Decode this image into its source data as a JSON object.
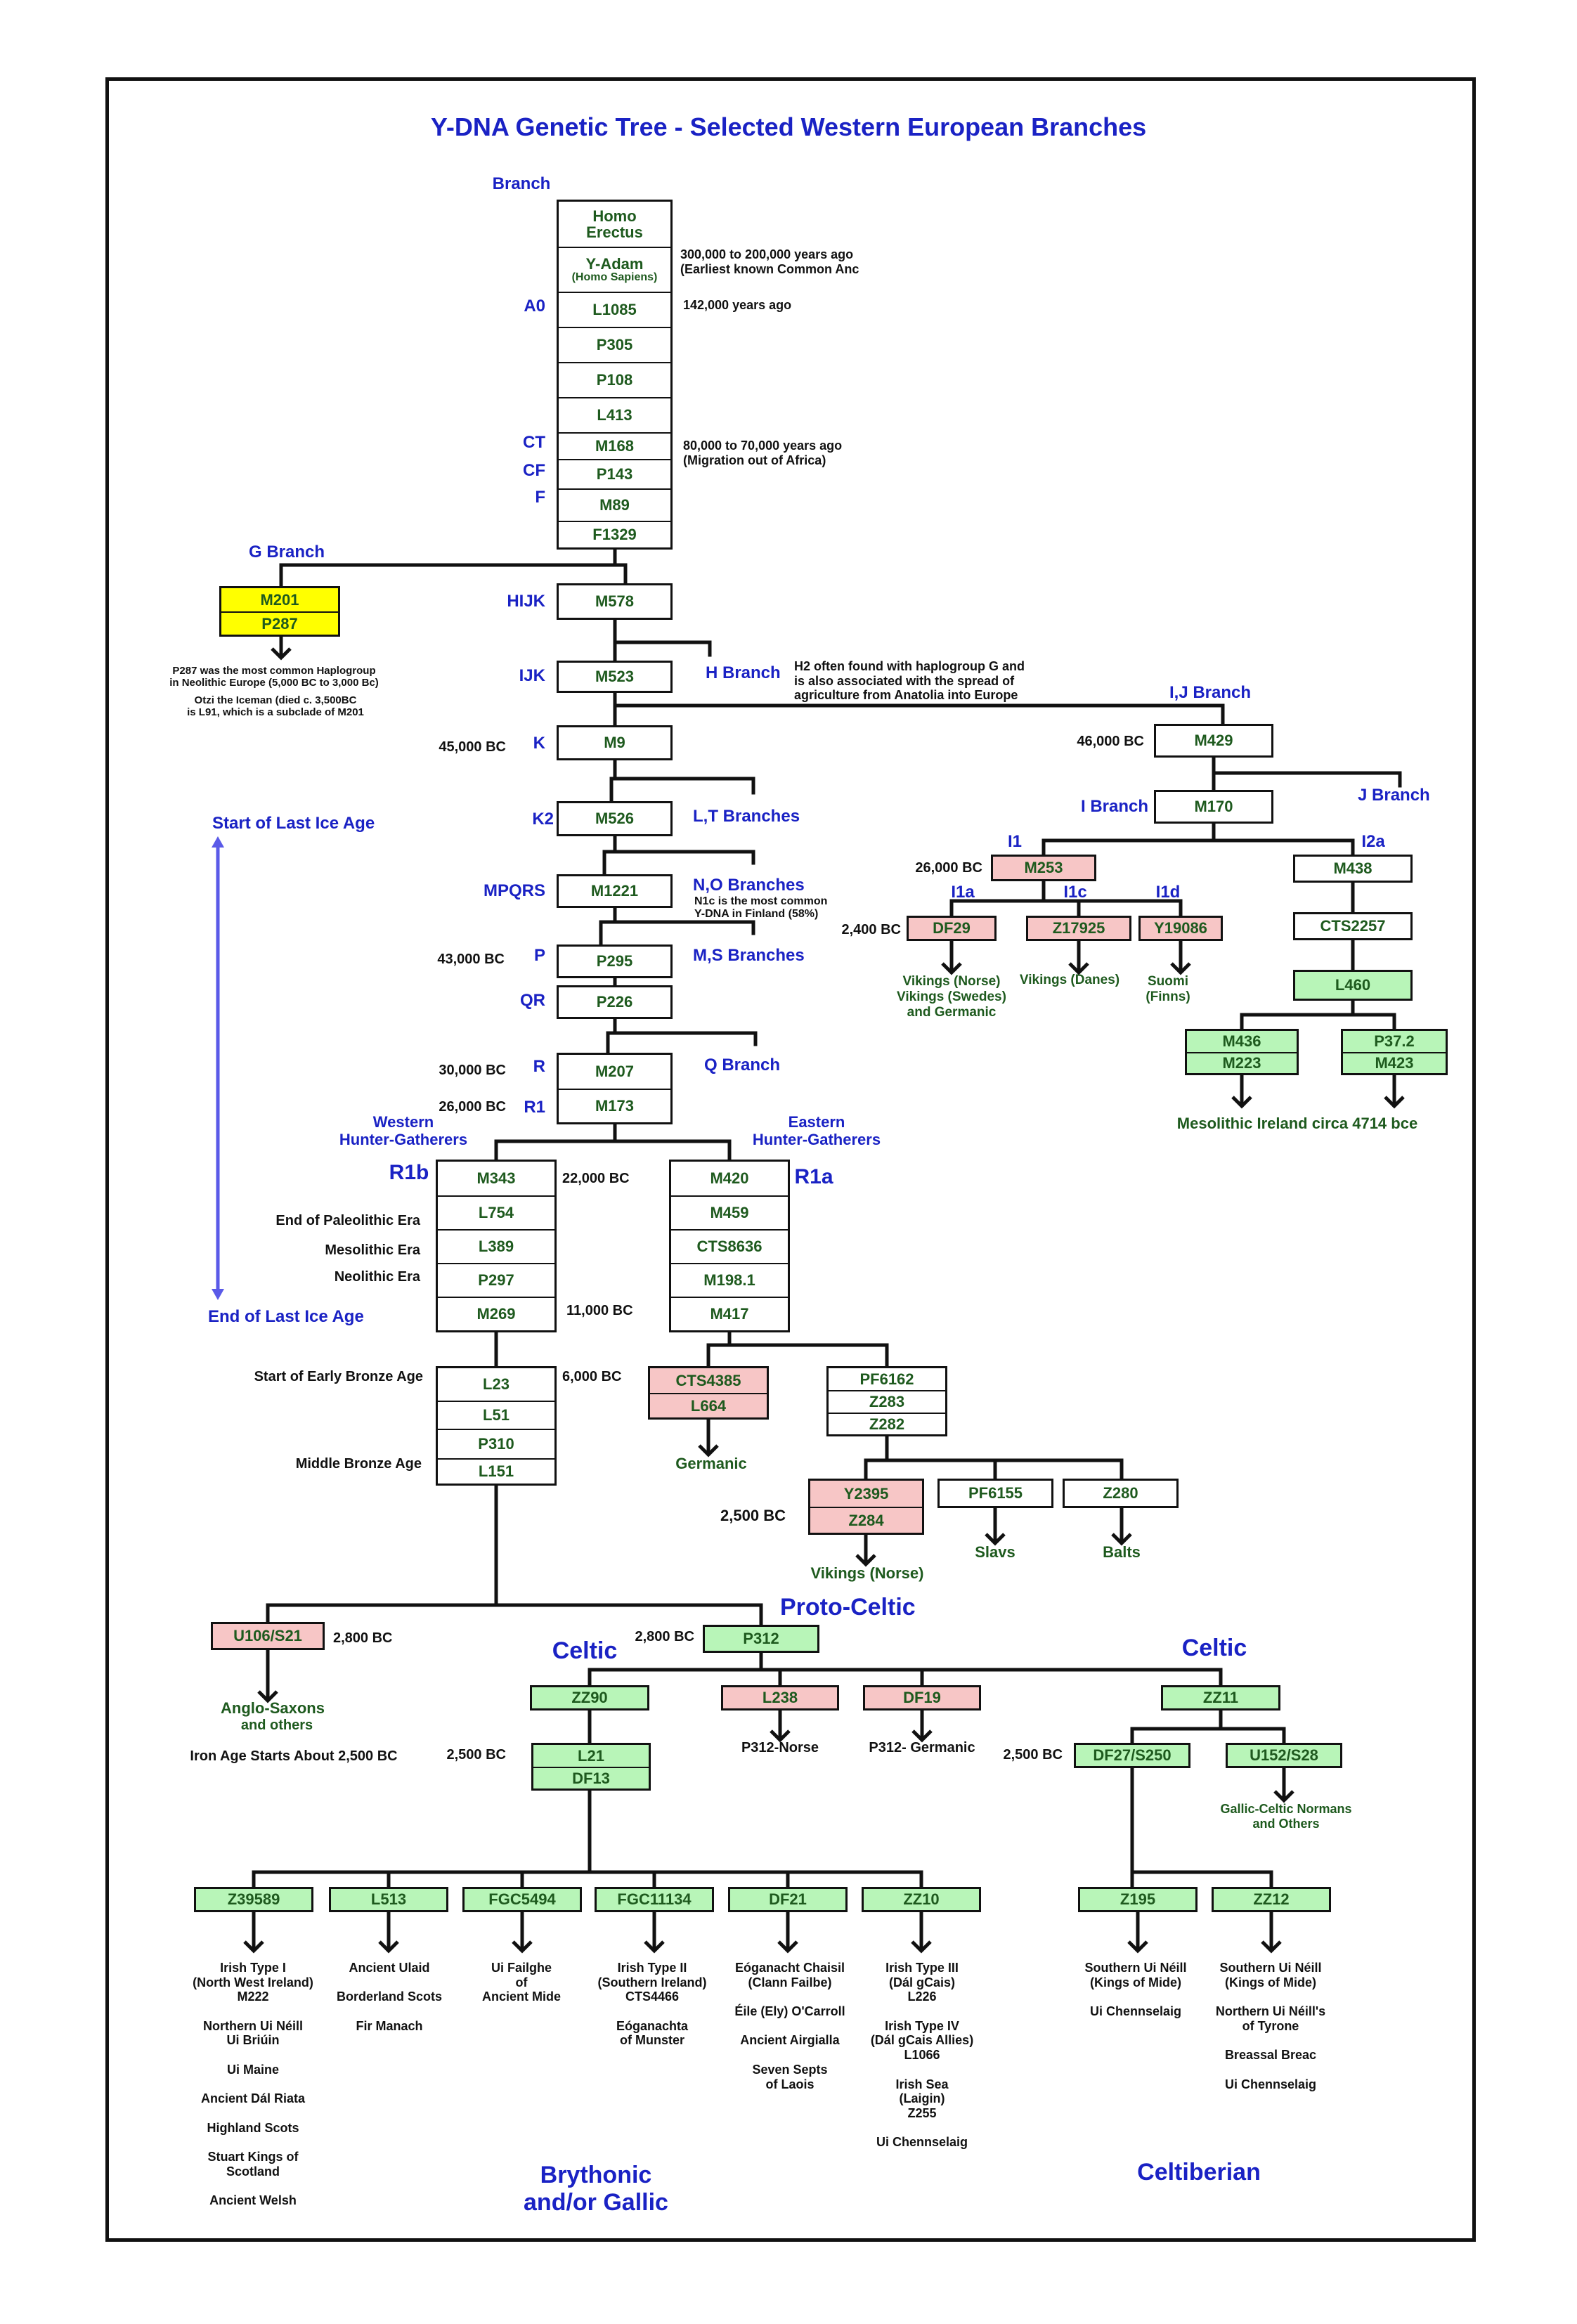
{
  "title": "Y-DNA Genetic Tree - Selected Western European Branches",
  "colors": {
    "pink": "#f7c6c6",
    "green": "#b8f5b8",
    "yellow": "#ffff00",
    "white": "#ffffff",
    "blue": "#1a22c4",
    "textGreen": "#1e5a1e"
  },
  "icons": {
    "down_arrow": "down-arrow-icon",
    "double_arrow": "double-arrow-icon"
  },
  "boxes": [
    {
      "id": "trunk",
      "cells": [
        {
          "lines": [
            "Homo",
            "Erectus"
          ]
        },
        {
          "lines": [
            "Y-Adam",
            "(Homo Sapiens)"
          ]
        },
        {
          "lines": [
            "L1085"
          ]
        },
        {
          "lines": [
            "P305"
          ]
        },
        {
          "lines": [
            "P108"
          ]
        },
        {
          "lines": [
            "L413"
          ]
        },
        {
          "lines": [
            "M168"
          ]
        },
        {
          "lines": [
            "P143"
          ]
        },
        {
          "lines": [
            "M89"
          ]
        },
        {
          "lines": [
            "F1329"
          ]
        }
      ]
    },
    {
      "id": "g-branch",
      "color": "yellow",
      "cells": [
        {
          "lines": [
            "M201"
          ]
        },
        {
          "lines": [
            "P287"
          ]
        }
      ]
    },
    {
      "id": "hijk",
      "cells": [
        {
          "lines": [
            "M578"
          ]
        }
      ]
    },
    {
      "id": "ijk",
      "cells": [
        {
          "lines": [
            "M523"
          ]
        }
      ]
    },
    {
      "id": "k",
      "cells": [
        {
          "lines": [
            "M9"
          ]
        }
      ]
    },
    {
      "id": "k2",
      "cells": [
        {
          "lines": [
            "M526"
          ]
        }
      ]
    },
    {
      "id": "mpqrs",
      "cells": [
        {
          "lines": [
            "M1221"
          ]
        }
      ]
    },
    {
      "id": "p",
      "cells": [
        {
          "lines": [
            "P295"
          ]
        }
      ]
    },
    {
      "id": "qr",
      "cells": [
        {
          "lines": [
            "P226"
          ]
        }
      ]
    },
    {
      "id": "r-r1",
      "cells": [
        {
          "lines": [
            "M207"
          ]
        },
        {
          "lines": [
            "M173"
          ]
        }
      ]
    },
    {
      "id": "r1b",
      "cells": [
        {
          "lines": [
            "M343"
          ]
        },
        {
          "lines": [
            "L754"
          ]
        },
        {
          "lines": [
            "L389"
          ]
        },
        {
          "lines": [
            "P297"
          ]
        },
        {
          "lines": [
            "M269"
          ]
        }
      ]
    },
    {
      "id": "r1b-bronze",
      "cells": [
        {
          "lines": [
            "L23"
          ]
        },
        {
          "lines": [
            "L51"
          ]
        },
        {
          "lines": [
            "P310"
          ]
        },
        {
          "lines": [
            "L151"
          ]
        }
      ]
    },
    {
      "id": "r1a",
      "cells": [
        {
          "lines": [
            "M420"
          ]
        },
        {
          "lines": [
            "M459"
          ]
        },
        {
          "lines": [
            "CTS8636"
          ]
        },
        {
          "lines": [
            "M198.1"
          ]
        },
        {
          "lines": [
            "M417"
          ]
        }
      ]
    },
    {
      "id": "cts4385",
      "color": "pink",
      "cells": [
        {
          "lines": [
            "CTS4385"
          ]
        },
        {
          "lines": [
            "L664"
          ]
        }
      ]
    },
    {
      "id": "pf6162",
      "cells": [
        {
          "lines": [
            "PF6162"
          ]
        },
        {
          "lines": [
            "Z283"
          ]
        },
        {
          "lines": [
            "Z282"
          ]
        }
      ]
    },
    {
      "id": "y2395",
      "color": "pink",
      "cells": [
        {
          "lines": [
            "Y2395"
          ]
        },
        {
          "lines": [
            "Z284"
          ]
        }
      ]
    },
    {
      "id": "pf6155",
      "cells": [
        {
          "lines": [
            "PF6155"
          ]
        }
      ]
    },
    {
      "id": "z280",
      "cells": [
        {
          "lines": [
            "Z280"
          ]
        }
      ]
    },
    {
      "id": "m429",
      "cells": [
        {
          "lines": [
            "M429"
          ]
        }
      ]
    },
    {
      "id": "m170",
      "cells": [
        {
          "lines": [
            "M170"
          ]
        }
      ]
    },
    {
      "id": "m253",
      "color": "pink",
      "cells": [
        {
          "lines": [
            "M253"
          ]
        }
      ]
    },
    {
      "id": "m438",
      "cells": [
        {
          "lines": [
            "M438"
          ]
        }
      ]
    },
    {
      "id": "df29",
      "color": "pink",
      "cells": [
        {
          "lines": [
            "DF29"
          ]
        }
      ]
    },
    {
      "id": "z17925",
      "color": "pink",
      "cells": [
        {
          "lines": [
            "Z17925"
          ]
        }
      ]
    },
    {
      "id": "y19086",
      "color": "pink",
      "cells": [
        {
          "lines": [
            "Y19086"
          ]
        }
      ]
    },
    {
      "id": "cts2257",
      "cells": [
        {
          "lines": [
            "CTS2257"
          ]
        }
      ]
    },
    {
      "id": "l460",
      "color": "green",
      "cells": [
        {
          "lines": [
            "L460"
          ]
        }
      ]
    },
    {
      "id": "m436",
      "color": "green",
      "cells": [
        {
          "lines": [
            "M436"
          ]
        },
        {
          "lines": [
            "M223"
          ]
        }
      ]
    },
    {
      "id": "p372",
      "color": "green",
      "cells": [
        {
          "lines": [
            "P37.2"
          ]
        },
        {
          "lines": [
            "M423"
          ]
        }
      ]
    },
    {
      "id": "u106",
      "color": "pink",
      "cells": [
        {
          "lines": [
            "U106/S21"
          ]
        }
      ]
    },
    {
      "id": "p312",
      "color": "green",
      "cells": [
        {
          "lines": [
            "P312"
          ]
        }
      ]
    },
    {
      "id": "zz90",
      "color": "green",
      "cells": [
        {
          "lines": [
            "ZZ90"
          ]
        }
      ]
    },
    {
      "id": "l238",
      "color": "pink",
      "cells": [
        {
          "lines": [
            "L238"
          ]
        }
      ]
    },
    {
      "id": "df19",
      "color": "pink",
      "cells": [
        {
          "lines": [
            "DF19"
          ]
        }
      ]
    },
    {
      "id": "zz11",
      "color": "green",
      "cells": [
        {
          "lines": [
            "ZZ11"
          ]
        }
      ]
    },
    {
      "id": "l21",
      "color": "green",
      "cells": [
        {
          "lines": [
            "L21"
          ]
        },
        {
          "lines": [
            "DF13"
          ]
        }
      ]
    },
    {
      "id": "df27",
      "color": "green",
      "cells": [
        {
          "lines": [
            "DF27/S250"
          ]
        }
      ]
    },
    {
      "id": "u152",
      "color": "green",
      "cells": [
        {
          "lines": [
            "U152/S28"
          ]
        }
      ]
    },
    {
      "id": "z39589",
      "color": "green",
      "cells": [
        {
          "lines": [
            "Z39589"
          ]
        }
      ]
    },
    {
      "id": "l513",
      "color": "green",
      "cells": [
        {
          "lines": [
            "L513"
          ]
        }
      ]
    },
    {
      "id": "fgc5494",
      "color": "green",
      "cells": [
        {
          "lines": [
            "FGC5494"
          ]
        }
      ]
    },
    {
      "id": "fgc11134",
      "color": "green",
      "cells": [
        {
          "lines": [
            "FGC11134"
          ]
        }
      ]
    },
    {
      "id": "df21",
      "color": "green",
      "cells": [
        {
          "lines": [
            "DF21"
          ]
        }
      ]
    },
    {
      "id": "zz10",
      "color": "green",
      "cells": [
        {
          "lines": [
            "ZZ10"
          ]
        }
      ]
    },
    {
      "id": "z195",
      "color": "green",
      "cells": [
        {
          "lines": [
            "Z195"
          ]
        }
      ]
    },
    {
      "id": "zz12",
      "color": "green",
      "cells": [
        {
          "lines": [
            "ZZ12"
          ]
        }
      ]
    }
  ],
  "labels": [
    {
      "id": "branch-head",
      "text": "Branch",
      "style": "blue"
    },
    {
      "id": "a0",
      "text": "A0",
      "style": "blue"
    },
    {
      "id": "ct",
      "text": "CT",
      "style": "blue"
    },
    {
      "id": "cf",
      "text": "CF",
      "style": "blue"
    },
    {
      "id": "f",
      "text": "F",
      "style": "blue"
    },
    {
      "id": "g-branch-label",
      "text": "G Branch",
      "style": "blue"
    },
    {
      "id": "hijk-label",
      "text": "HIJK",
      "style": "blue"
    },
    {
      "id": "ijk-label",
      "text": "IJK",
      "style": "blue"
    },
    {
      "id": "h-branch-label",
      "text": "H Branch",
      "style": "blue"
    },
    {
      "id": "k-label",
      "text": "K",
      "style": "blue"
    },
    {
      "id": "k2-label",
      "text": "K2",
      "style": "blue"
    },
    {
      "id": "lt-label",
      "text": "L,T Branches",
      "style": "blue"
    },
    {
      "id": "mpqrs-label",
      "text": "MPQRS",
      "style": "blue"
    },
    {
      "id": "no-label",
      "text": "N,O Branches",
      "style": "blue"
    },
    {
      "id": "p-label",
      "text": "P",
      "style": "blue"
    },
    {
      "id": "ms-label",
      "text": "M,S Branches",
      "style": "blue"
    },
    {
      "id": "qr-label",
      "text": "QR",
      "style": "blue"
    },
    {
      "id": "r-label",
      "text": "R",
      "style": "blue"
    },
    {
      "id": "r1-label",
      "text": "R1",
      "style": "blue"
    },
    {
      "id": "q-label",
      "text": "Q Branch",
      "style": "blue"
    },
    {
      "id": "whg-label",
      "text": "Western\nHunter-Gatherers",
      "style": "blue"
    },
    {
      "id": "ehg-label",
      "text": "Eastern\nHunter-Gatherers",
      "style": "blue"
    },
    {
      "id": "r1b-label",
      "text": "R1b",
      "style": "blue"
    },
    {
      "id": "r1a-label",
      "text": "R1a",
      "style": "blue"
    },
    {
      "id": "start-ice-label",
      "text": "Start of Last Ice Age",
      "style": "blue"
    },
    {
      "id": "end-ice-label",
      "text": "End of Last Ice Age",
      "style": "blue"
    },
    {
      "id": "ij-label",
      "text": "I,J Branch",
      "style": "blue"
    },
    {
      "id": "j-label",
      "text": "J Branch",
      "style": "blue"
    },
    {
      "id": "i-label",
      "text": "I Branch",
      "style": "blue"
    },
    {
      "id": "i1-label",
      "text": "I1",
      "style": "blue"
    },
    {
      "id": "i2a-label",
      "text": "I2a",
      "style": "blue"
    },
    {
      "id": "i1a-label",
      "text": "I1a",
      "style": "blue"
    },
    {
      "id": "i1c-label",
      "text": "I1c",
      "style": "blue"
    },
    {
      "id": "i1d-label",
      "text": "I1d",
      "style": "blue"
    },
    {
      "id": "proto-celtic-label",
      "text": "Proto-Celtic",
      "style": "blue"
    },
    {
      "id": "celtic-left-label",
      "text": "Celtic",
      "style": "blue"
    },
    {
      "id": "celtic-right-label",
      "text": "Celtic",
      "style": "blue"
    },
    {
      "id": "brythonic-label",
      "text": "Brythonic\nand/or Gallic",
      "style": "blue"
    },
    {
      "id": "celtiberian-label",
      "text": "Celtiberian",
      "style": "blue"
    },
    {
      "id": "yadam-date",
      "text": "300,000 to 200,000 years ago\n(Earliest known Common Anc",
      "style": "blk"
    },
    {
      "id": "l1085-date",
      "text": "142,000 years ago",
      "style": "blk"
    },
    {
      "id": "m168-date",
      "text": "80,000 to 70,000 years ago\n(Migration out of Africa)",
      "style": "blk"
    },
    {
      "id": "p287-note",
      "text": "P287 was the most common Haplogroup\nin Neolithic Europe (5,000 BC to 3,000 Bc)",
      "style": "blk"
    },
    {
      "id": "otzi-note",
      "text": "Otzi the Iceman (died c. 3,500BC\nis L91, which is a subclade of M201",
      "style": "blk"
    },
    {
      "id": "h2-note",
      "text": "H2 often found with haplogroup G and\nis also associated with the spread of\nagriculture from Anatolia into Europe",
      "style": "blk"
    },
    {
      "id": "k-date",
      "text": "45,000 BC",
      "style": "blk"
    },
    {
      "id": "n1c-note",
      "text": "N1c is the most common\nY-DNA in Finland (58%)",
      "style": "blk"
    },
    {
      "id": "p-date",
      "text": "43,000 BC",
      "style": "blk"
    },
    {
      "id": "r-date",
      "text": "30,000 BC",
      "style": "blk"
    },
    {
      "id": "r1-date",
      "text": "26,000 BC",
      "style": "blk"
    },
    {
      "id": "m343-date",
      "text": "22,000 BC",
      "style": "blk"
    },
    {
      "id": "paleolithic-label",
      "text": "End of Paleolithic Era",
      "style": "blk"
    },
    {
      "id": "mesolithic-label",
      "text": "Mesolithic Era",
      "style": "blk"
    },
    {
      "id": "neolithic-label",
      "text": "Neolithic Era",
      "style": "blk"
    },
    {
      "id": "m269-date",
      "text": "11,000 BC",
      "style": "blk"
    },
    {
      "id": "bronze-start-label",
      "text": "Start of Early Bronze Age",
      "style": "blk"
    },
    {
      "id": "l23-date",
      "text": "6,000 BC",
      "style": "blk"
    },
    {
      "id": "middle-bronze-label",
      "text": "Middle Bronze Age",
      "style": "blk"
    },
    {
      "id": "y2395-date",
      "text": "2,500 BC",
      "style": "blk"
    },
    {
      "id": "m429-date",
      "text": "46,000 BC",
      "style": "blk"
    },
    {
      "id": "m253-date",
      "text": "26,000 BC",
      "style": "blk"
    },
    {
      "id": "df29-date",
      "text": "2,400 BC",
      "style": "blk"
    },
    {
      "id": "u106-date",
      "text": "2,800 BC",
      "style": "blk"
    },
    {
      "id": "p312-date",
      "text": "2,800 BC",
      "style": "blk"
    },
    {
      "id": "l21-date",
      "text": "2,500 BC",
      "style": "blk"
    },
    {
      "id": "df27-date",
      "text": "2,500 BC",
      "style": "blk"
    },
    {
      "id": "iron-age-label",
      "text": "Iron Age Starts About 2,500 BC",
      "style": "blk"
    },
    {
      "id": "p312-norse-label",
      "text": "P312-Norse",
      "style": "blk"
    },
    {
      "id": "p312-germanic-label",
      "text": "P312- Germanic",
      "style": "blk"
    },
    {
      "id": "gallic-normans-label",
      "text": "Gallic-Celtic Normans\nand Others",
      "style": "grn"
    },
    {
      "id": "germanic-label",
      "text": "Germanic",
      "style": "grn"
    },
    {
      "id": "vikings-norse-label",
      "text": "Vikings (Norse)",
      "style": "grn"
    },
    {
      "id": "slavs-label",
      "text": "Slavs",
      "style": "grn"
    },
    {
      "id": "balts-label",
      "text": "Balts",
      "style": "grn"
    },
    {
      "id": "anglo-saxons-label",
      "text": "Anglo-Saxons",
      "style": "grn"
    },
    {
      "id": "and-others-label",
      "text": "and others",
      "style": "grn"
    },
    {
      "id": "i1a-desc",
      "text": "Vikings (Norse)\nVikings (Swedes)\nand Germanic",
      "style": "grn"
    },
    {
      "id": "i1c-desc",
      "text": "Vikings (Danes)",
      "style": "grn"
    },
    {
      "id": "i1d-desc",
      "text": "Suomi\n(Finns)",
      "style": "grn"
    },
    {
      "id": "mesolithic-ireland-label",
      "text": "Mesolithic Ireland circa 4714 bce",
      "style": "grn"
    },
    {
      "id": "z39589-desc",
      "text": "Irish Type I\n(North West Ireland)\nM222\n\nNorthern Ui Néill\nUi Briúin\n\nUi Maine\n\nAncient Dál Riata\n\nHighland Scots\n\nStuart Kings of\nScotland\n\nAncient Welsh",
      "style": "blk"
    },
    {
      "id": "l513-desc",
      "text": "Ancient Ulaid\n\nBorderland Scots\n\nFir Manach",
      "style": "blk"
    },
    {
      "id": "fgc5494-desc",
      "text": "Ui Failghe\nof\nAncient Mide",
      "style": "blk"
    },
    {
      "id": "fgc11134-desc",
      "text": "Irish Type II\n(Southern Ireland)\nCTS4466\n\nEóganachta\nof Munster",
      "style": "blk"
    },
    {
      "id": "df21-desc",
      "text": "Eóganacht Chaisil\n(Clann Failbe)\n\nÉile (Ely) O'Carroll\n\nAncient Airgialla\n\nSeven Septs\nof Laois",
      "style": "blk"
    },
    {
      "id": "zz10-desc",
      "text": "Irish Type III\n(Dál gCais)\nL226\n\nIrish Type IV\n(Dál gCais Allies)\nL1066\n\nIrish Sea\n(Laigin)\nZ255\n\nUi Chennselaig",
      "style": "blk"
    },
    {
      "id": "z195-desc",
      "text": "Southern Ui Néill\n(Kings of Mide)\n\nUi Chennselaig",
      "style": "blk"
    },
    {
      "id": "zz12-desc",
      "text": "Southern Ui Néill\n(Kings of Mide)\n\nNorthern Ui Néill's\nof Tyrone\n\nBreassal Breac\n\nUi Chennselaig",
      "style": "blk"
    }
  ]
}
